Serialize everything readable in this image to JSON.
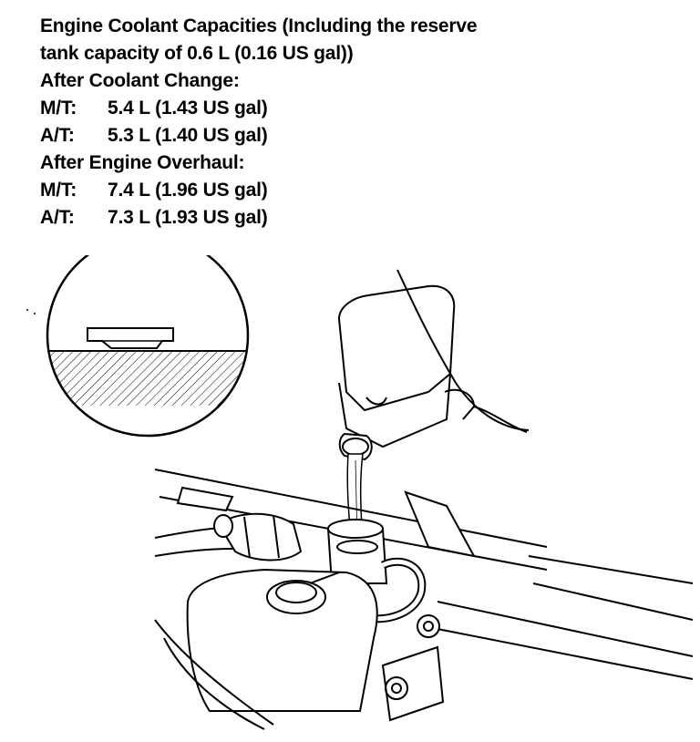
{
  "header": {
    "line1": "Engine Coolant Capacities (Including the reserve",
    "line2": "tank capacity of 0.6 L (0.16 US gal))"
  },
  "after_coolant_change": {
    "heading": "After Coolant Change:",
    "rows": [
      {
        "label": "M/T:",
        "value": "5.4 L (1.43 US gal)"
      },
      {
        "label": "A/T:",
        "value": "5.3 L (1.40 US gal)"
      }
    ]
  },
  "after_engine_overhaul": {
    "heading": "After Engine Overhaul:",
    "rows": [
      {
        "label": "M/T:",
        "value": "7.4 L (1.96 US gal)"
      },
      {
        "label": "A/T:",
        "value": "7.3 L (1.93 US gal)"
      }
    ]
  }
}
